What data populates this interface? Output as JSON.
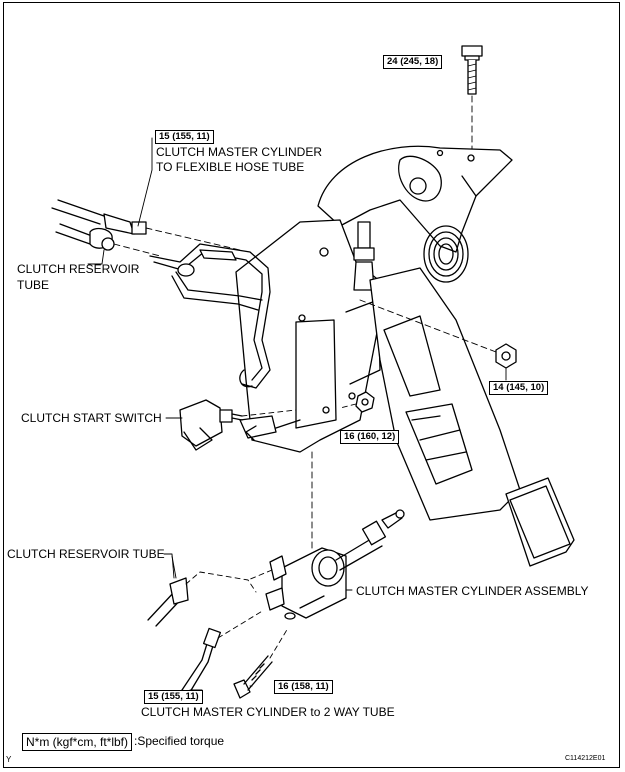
{
  "labels": {
    "master_cyl_flex_line1": "CLUTCH MASTER CYLINDER",
    "master_cyl_flex_line2": "TO FLEXIBLE HOSE TUBE",
    "reservoir_tube_top_line1": "CLUTCH RESERVOIR",
    "reservoir_tube_top_line2": "TUBE",
    "start_switch": "CLUTCH START SWITCH",
    "reservoir_tube_bottom": "CLUTCH RESERVOIR TUBE",
    "master_cyl_assembly": "CLUTCH MASTER CYLINDER ASSEMBLY",
    "master_cyl_2way": "CLUTCH MASTER CYLINDER to 2 WAY TUBE"
  },
  "torques": {
    "bolt_top": "24 (245, 18)",
    "flex_tube": "15 (155, 11)",
    "nut_right": "14 (145, 10)",
    "nut_mid": "16 (160, 12)",
    "two_way_tube": "15 (155, 11)",
    "bolt_bottom": "16 (158, 11)"
  },
  "legend": {
    "unit": "N*m (kgf*cm, ft*lbf)",
    "text": ":Specified torque"
  },
  "corner_left": "Y",
  "figure_code": "C114212E01"
}
